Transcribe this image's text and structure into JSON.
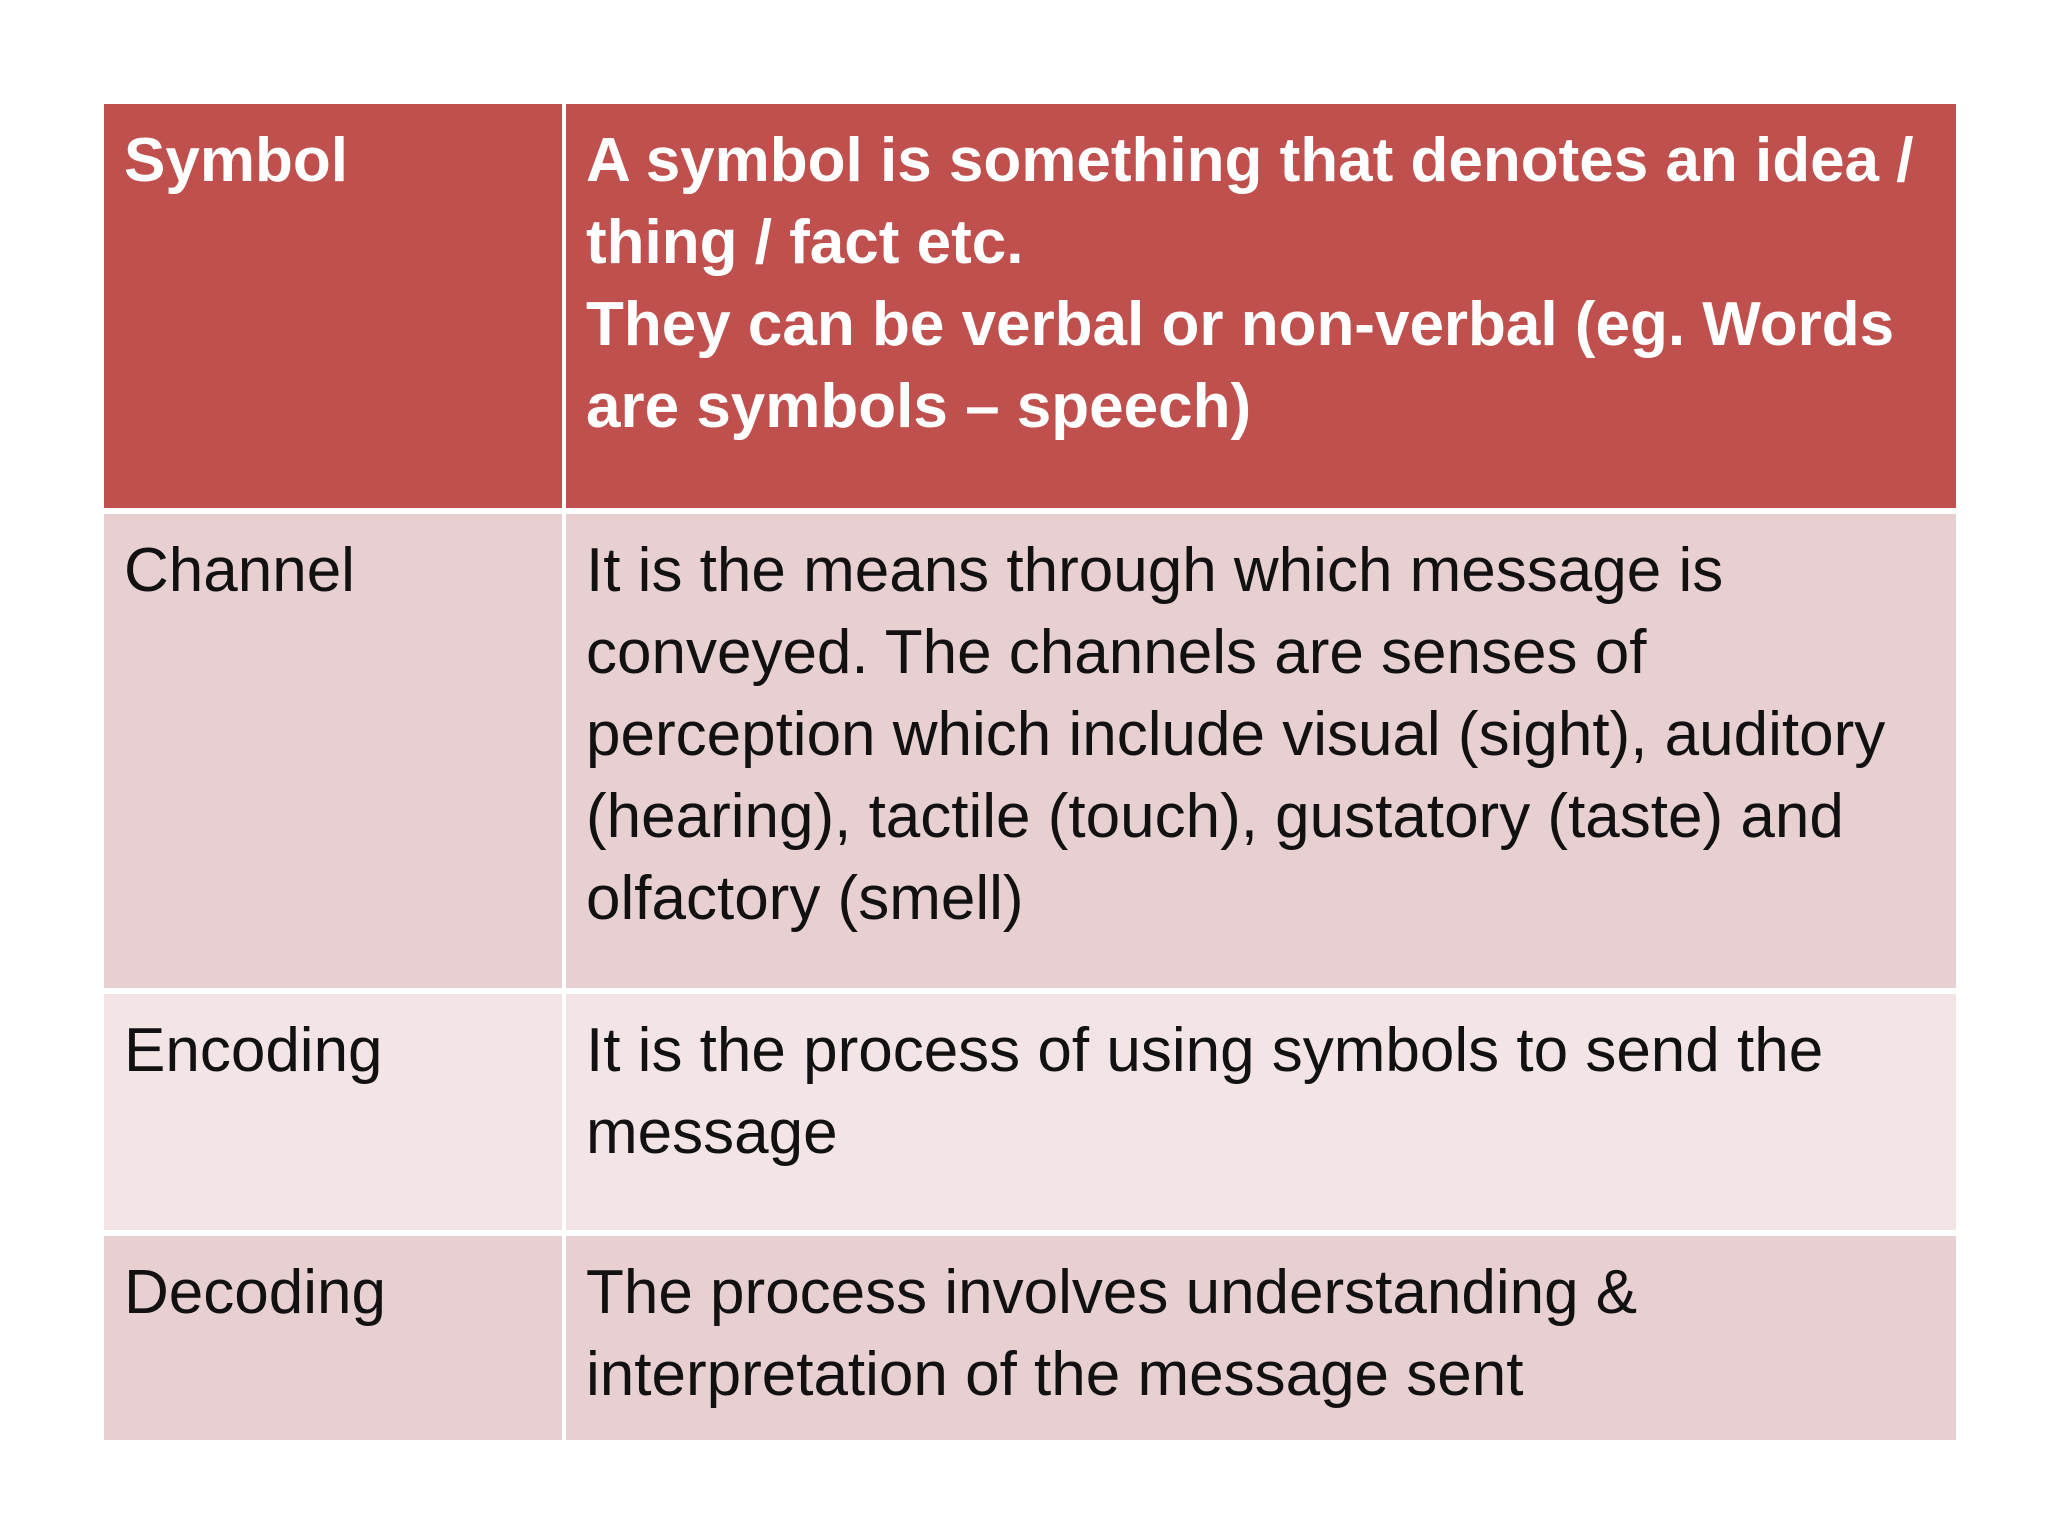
{
  "table": {
    "rows": [
      {
        "term": "Symbol",
        "definition_lines": [
          "A symbol is something that denotes an idea /",
          "thing / fact etc.",
          "They can be verbal or non-verbal (eg. Words",
          "are symbols – speech)"
        ]
      },
      {
        "term": "Channel",
        "definition_lines": [
          "It is the means through which message is",
          "conveyed. The channels are senses of",
          "perception which include visual (sight), auditory",
          "(hearing), tactile (touch), gustatory (taste) and",
          "olfactory (smell)"
        ]
      },
      {
        "term": "Encoding",
        "definition_lines": [
          "It is the process of using symbols to send the",
          "message"
        ]
      },
      {
        "term": "Decoding",
        "definition_lines": [
          "The process involves understanding &",
          "interpretation of the message sent"
        ]
      }
    ]
  },
  "colors": {
    "header_bg": "#c0504d",
    "row_dark_bg": "#e8cfd1",
    "row_light_bg": "#f3e5e6"
  }
}
